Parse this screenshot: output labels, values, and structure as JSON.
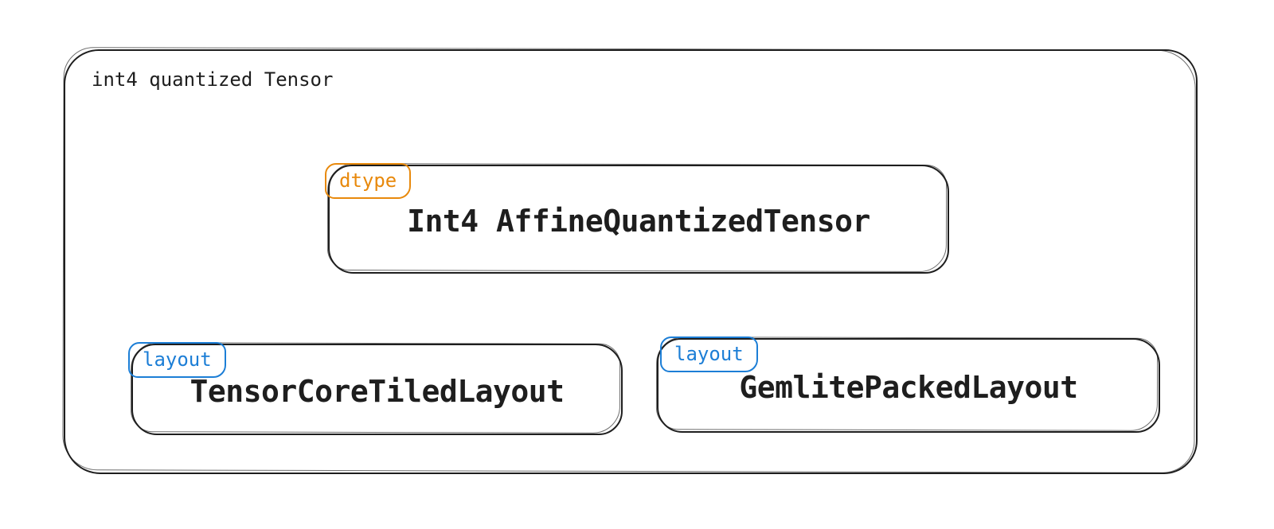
{
  "diagram": {
    "background_color": "#ffffff",
    "stroke_color": "#1e1e1e",
    "accent_orange": "#e8890c",
    "accent_blue": "#1c7ed6",
    "container": {
      "label": "int4 quantized Tensor"
    },
    "nodes": [
      {
        "badge": "dtype",
        "badge_color": "#e8890c",
        "label": "Int4 AffineQuantizedTensor"
      },
      {
        "badge": "layout",
        "badge_color": "#1c7ed6",
        "label": "TensorCoreTiledLayout"
      },
      {
        "badge": "layout",
        "badge_color": "#1c7ed6",
        "label": "GemlitePackedLayout"
      }
    ]
  }
}
